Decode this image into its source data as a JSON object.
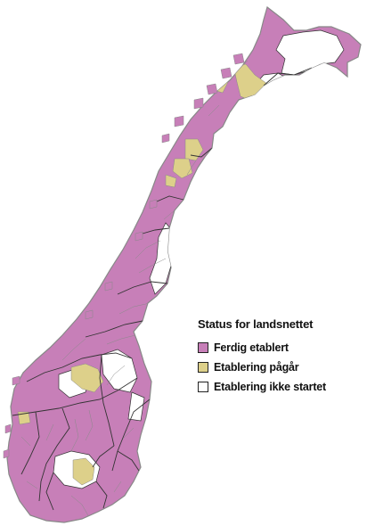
{
  "map": {
    "region": "Norway",
    "colors": {
      "ferdig": "#c77fb8",
      "pagar": "#ddd08a",
      "ikke": "#ffffff",
      "border": "#333333",
      "coast": "#888888"
    }
  },
  "legend": {
    "title": "Status for landsnettet",
    "items": [
      {
        "label": "Ferdig etablert",
        "color": "#c77fb8"
      },
      {
        "label": "Etablering pågår",
        "color": "#ddd08a"
      },
      {
        "label": "Etablering ikke startet",
        "color": "#ffffff"
      }
    ]
  }
}
